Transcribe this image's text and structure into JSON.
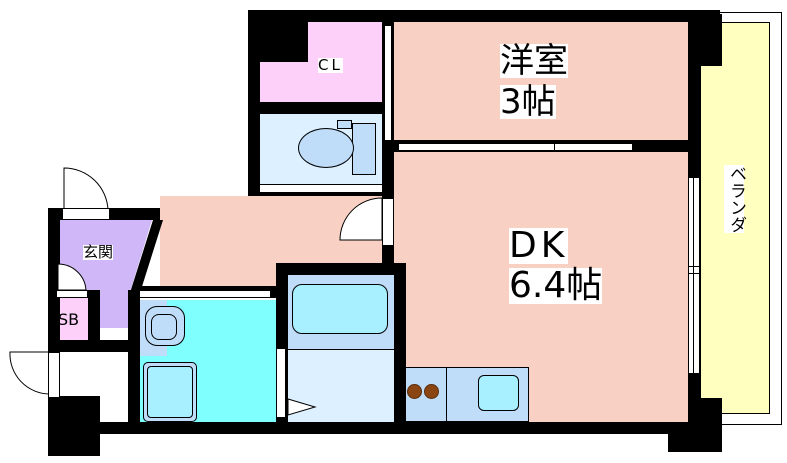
{
  "floor_plan": {
    "rooms": {
      "western_room": {
        "name": "洋室",
        "size": "3帖"
      },
      "dk": {
        "name": "DK",
        "size": "6.4帖"
      },
      "closet": {
        "name": "CL"
      },
      "entrance": {
        "name": "玄関"
      },
      "shoe_box": {
        "name": "SB"
      },
      "veranda": {
        "name": "ベランダ"
      }
    },
    "colors": {
      "living": "#f8d0c4",
      "closet": "#fdd0fa",
      "entrance": "#d0b8f8",
      "washroom": "#80ffff",
      "fixtures": "#bfdcf8",
      "toilet_room": "#dcf0ff",
      "veranda": "#ffffc0",
      "walls": "#000000",
      "stove_burner": "#8b4513"
    }
  }
}
